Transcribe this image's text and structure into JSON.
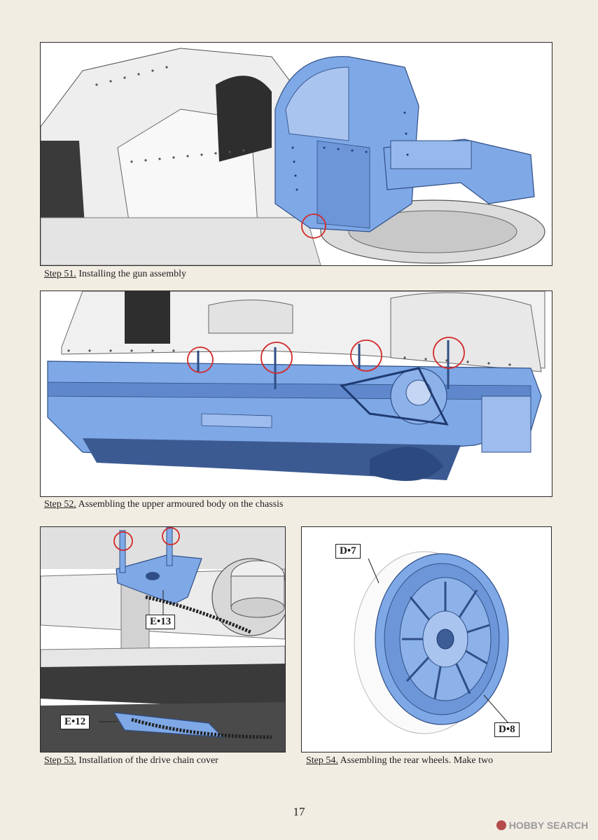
{
  "steps": [
    {
      "number": "Step 51.",
      "text": "Installing the gun assembly"
    },
    {
      "number": "Step 52.",
      "text": "Assembling the upper armoured body on the chassis"
    },
    {
      "number": "Step 53.",
      "text": "Installation of the drive chain cover"
    },
    {
      "number": "Step 54.",
      "text": "Assembling the rear wheels. Make two"
    }
  ],
  "callouts": {
    "e13": "E•13",
    "e12": "E•12",
    "d7": "D•7",
    "d8": "D•8"
  },
  "page_number": "17",
  "watermark": "HOBBY SEARCH",
  "colors": {
    "part_blue": "#7fa8e6",
    "highlight_red": "#d22b2b",
    "page_bg": "#f1ede3"
  }
}
